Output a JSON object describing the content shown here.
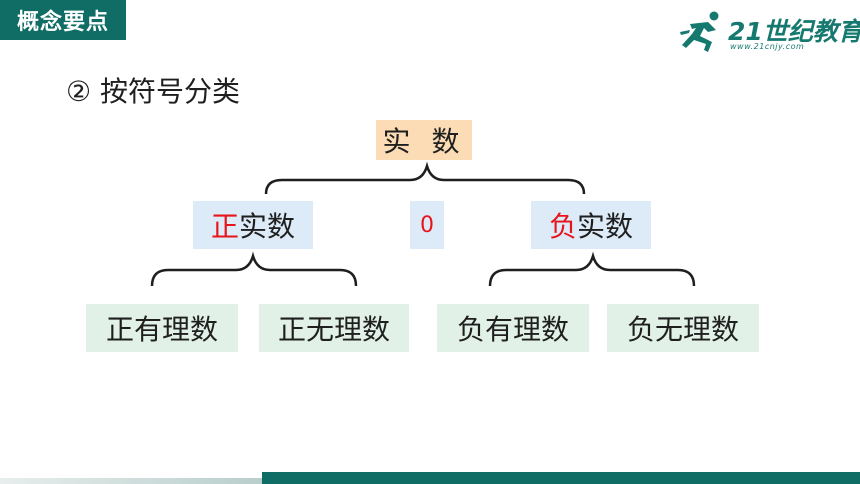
{
  "header": {
    "tab_label": "概念要点"
  },
  "logo": {
    "text": "21世纪教育",
    "url": "www.21cnjy.com"
  },
  "heading": "② 按符号分类",
  "diagram": {
    "root": "实 数",
    "positive": {
      "prefix": "正",
      "rest": "实数"
    },
    "zero": "0",
    "negative": {
      "prefix": "负",
      "rest": "实数"
    },
    "leaves": [
      "正有理数",
      "正无理数",
      "负有理数",
      "负无理数"
    ]
  },
  "colors": {
    "header": "#0f6d66",
    "accent_red": "#e8141b",
    "root_box": "#fbdcb4",
    "mid_box": "#dcebf7",
    "leaf_box": "#e1f1e7"
  }
}
